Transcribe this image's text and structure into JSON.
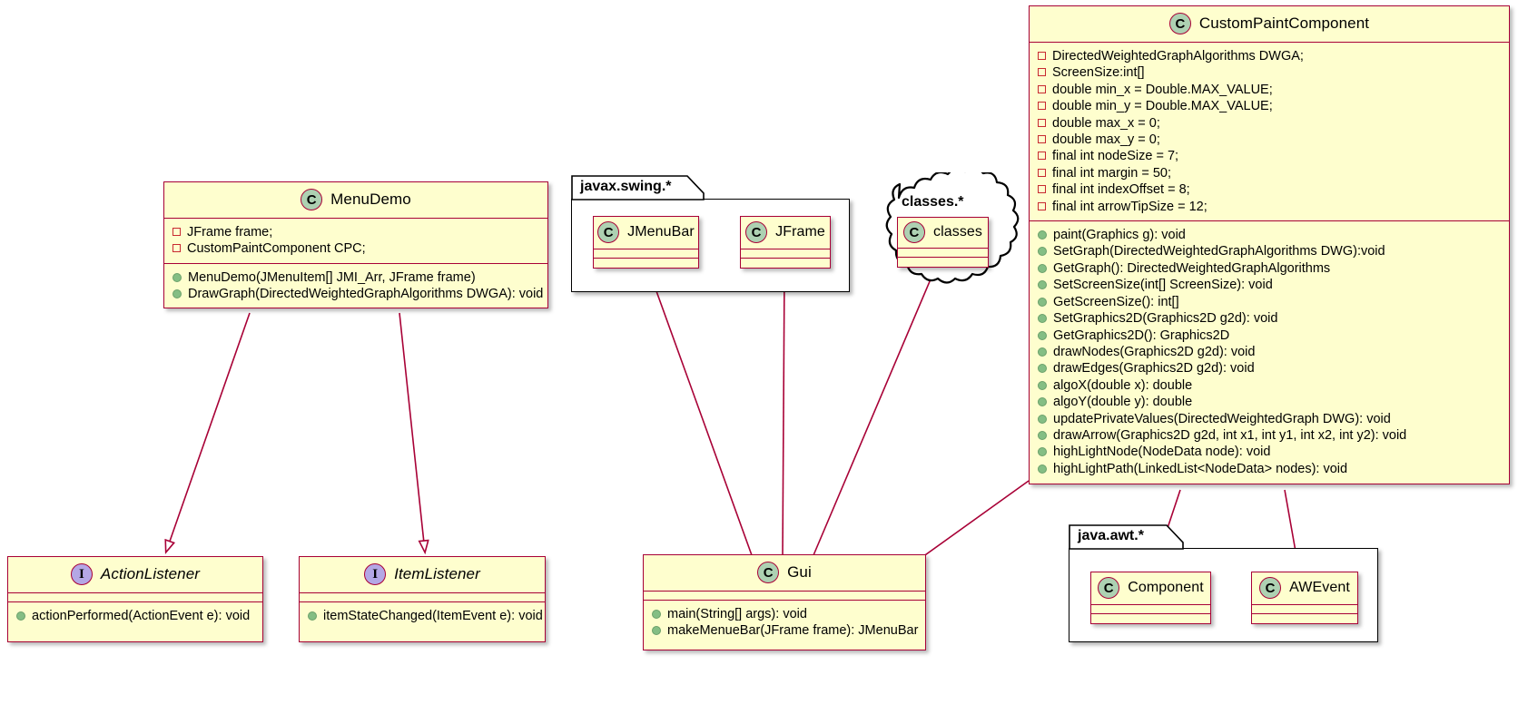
{
  "diagram": {
    "type": "uml-class-diagram",
    "title": "MenuDemo / Gui / CustomPaintComponent class diagram",
    "colors": {
      "class_fill": "#FEFECE",
      "class_border": "#A80036",
      "class_badge": "#ADD1B2",
      "interface_badge": "#B4A7E5",
      "package_border": "#000000",
      "package_fill": "#FFFFFF",
      "private_marker": "#C82930",
      "public_marker": "#84BE84",
      "edge": "#A80036"
    }
  },
  "classes": {
    "menu_demo": {
      "stereotype": "C",
      "name": "MenuDemo",
      "fields": [
        "JFrame frame;",
        "CustomPaintComponent CPC;"
      ],
      "methods": [
        "MenuDemo(JMenuItem[] JMI_Arr, JFrame frame)",
        "DrawGraph(DirectedWeightedGraphAlgorithms DWGA): void"
      ]
    },
    "custom_paint_component": {
      "stereotype": "C",
      "name": "CustomPaintComponent",
      "fields": [
        "DirectedWeightedGraphAlgorithms DWGA;",
        "ScreenSize:int[]",
        "double min_x = Double.MAX_VALUE;",
        "double min_y = Double.MAX_VALUE;",
        "double max_x = 0;",
        "double max_y = 0;",
        "final int nodeSize = 7;",
        "final int margin = 50;",
        "final int indexOffset = 8;",
        "final int arrowTipSize = 12;"
      ],
      "methods": [
        "paint(Graphics g): void",
        "SetGraph(DirectedWeightedGraphAlgorithms DWG):void",
        "GetGraph(): DirectedWeightedGraphAlgorithms",
        "SetScreenSize(int[] ScreenSize): void",
        "GetScreenSize(): int[]",
        "SetGraphics2D(Graphics2D g2d): void",
        "GetGraphics2D(): Graphics2D",
        "drawNodes(Graphics2D g2d): void",
        "drawEdges(Graphics2D g2d): void",
        "algoX(double x): double",
        "algoY(double y): double",
        "updatePrivateValues(DirectedWeightedGraph DWG): void",
        "drawArrow(Graphics2D g2d, int x1, int y1, int x2, int y2): void",
        "highLightNode(NodeData node): void",
        "highLightPath(LinkedList<NodeData> nodes): void"
      ]
    },
    "gui": {
      "stereotype": "C",
      "name": "Gui",
      "fields": [],
      "methods": [
        "main(String[] args): void",
        "makeMenueBar(JFrame frame): JMenuBar"
      ]
    },
    "action_listener": {
      "stereotype": "I",
      "name": "ActionListener",
      "fields": [],
      "methods": [
        "actionPerformed(ActionEvent e): void"
      ]
    },
    "item_listener": {
      "stereotype": "I",
      "name": "ItemListener",
      "fields": [],
      "methods": [
        "itemStateChanged(ItemEvent e): void"
      ]
    },
    "jmenubar": {
      "stereotype": "C",
      "name": "JMenuBar",
      "fields": [],
      "methods": []
    },
    "jframe": {
      "stereotype": "C",
      "name": "JFrame",
      "fields": [],
      "methods": []
    },
    "classes_cls": {
      "stereotype": "C",
      "name": "classes",
      "fields": [],
      "methods": []
    },
    "component": {
      "stereotype": "C",
      "name": "Component",
      "fields": [],
      "methods": []
    },
    "awevent": {
      "stereotype": "C",
      "name": "AWEvent",
      "fields": [],
      "methods": []
    }
  },
  "packages": {
    "javax_swing": {
      "label": "javax.swing.*"
    },
    "java_awt": {
      "label": "java.awt.*"
    }
  },
  "clouds": {
    "classes_pkg": {
      "label": "classes.*"
    }
  }
}
